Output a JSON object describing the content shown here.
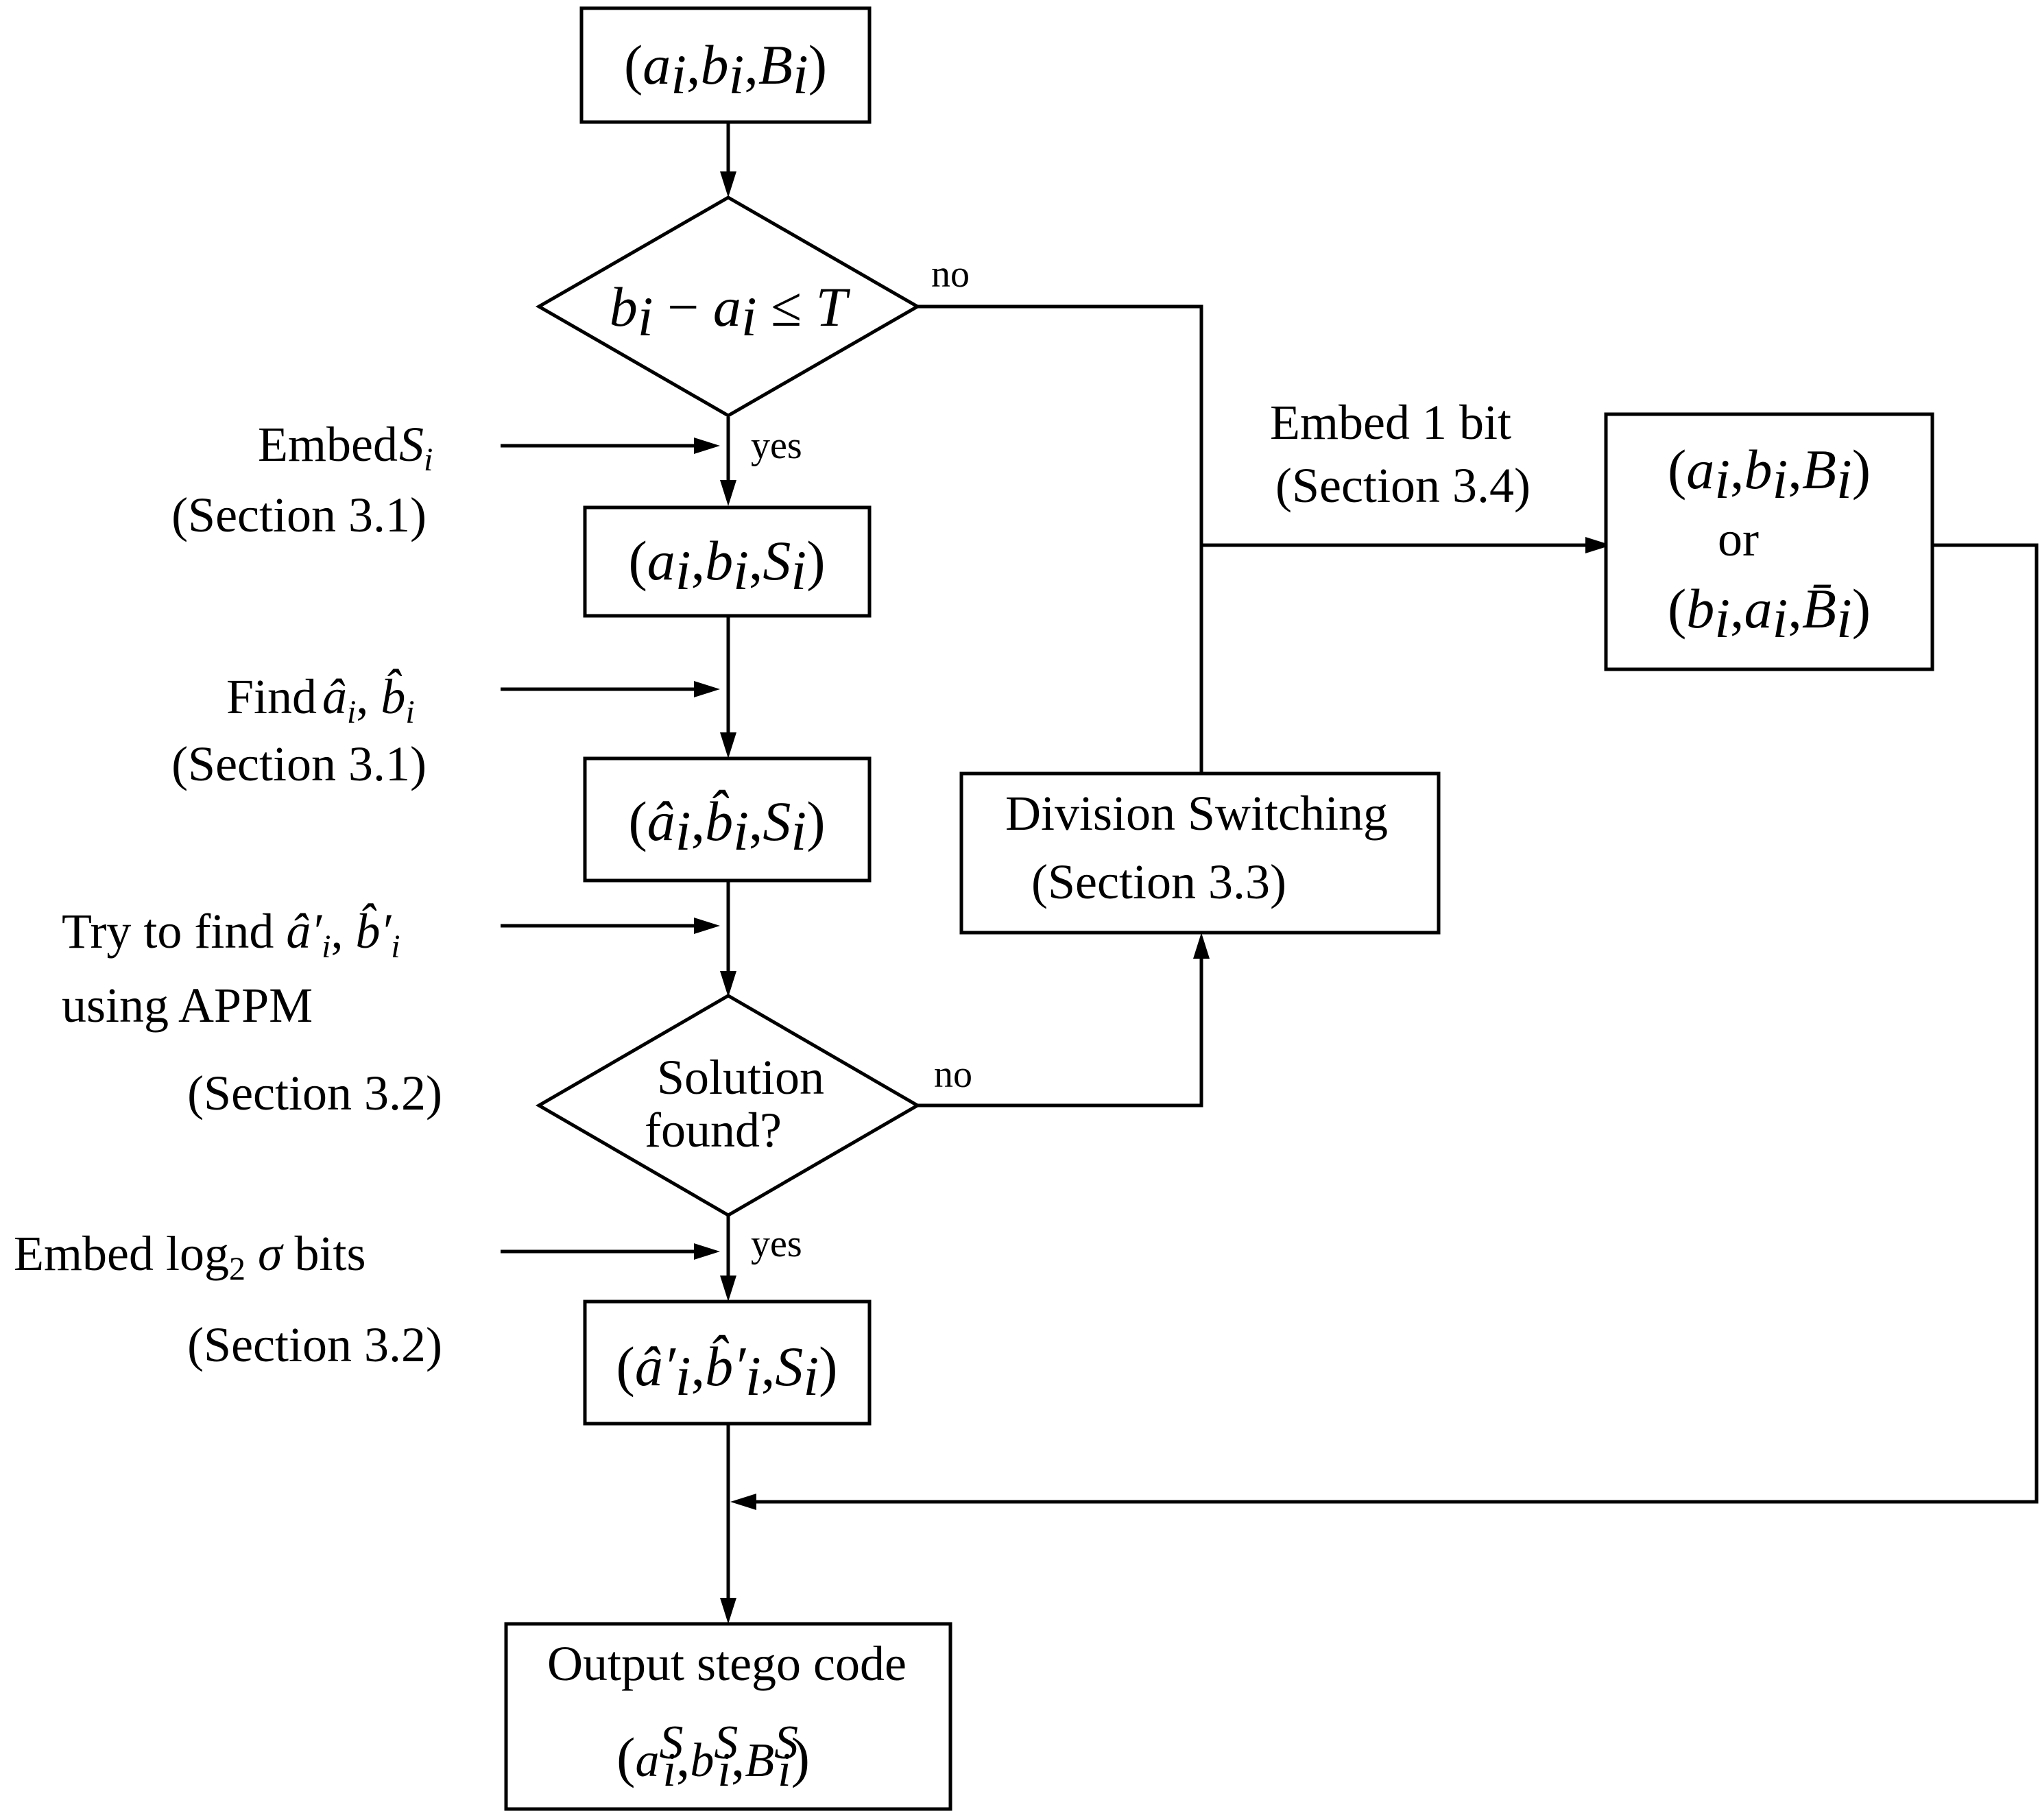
{
  "nodes": {
    "start": {
      "label": "(ai, bi, Bi)"
    },
    "decision1": {
      "label": "bi − ai ≤ T",
      "no": "no",
      "yes": "yes"
    },
    "box_s": {
      "label": "(ai, bi, Si)"
    },
    "box_hat": {
      "label": "(âi, b̂i, Si)"
    },
    "decision2": {
      "line1": "Solution",
      "line2": "found?",
      "no": "no",
      "yes": "yes"
    },
    "box_hat_prime": {
      "label": "(â′i, b̂′i, Si)"
    },
    "division": {
      "line1": "Division Switching",
      "line2": "(Section 3.3)"
    },
    "swap": {
      "line1": "(ai, bi, Bi)",
      "line2": "or",
      "line3": "(bi, ai, B̄i)"
    },
    "output": {
      "line1": "Output stego code",
      "line2": "(aiS, biS, BiS)"
    }
  },
  "side_labels": {
    "embed_s": {
      "line1": "Embed Si",
      "line2": "(Section 3.1)"
    },
    "find_hat": {
      "line1": "Find âi, b̂i",
      "line2": "(Section 3.1)"
    },
    "try_find": {
      "line1": "Try to find â′i, b̂′i",
      "line2": "using APPM",
      "line3": "(Section 3.2)"
    },
    "embed_log": {
      "line1": "Embed log2 σ bits",
      "line2": "(Section 3.2)"
    },
    "embed_1bit": {
      "line1": "Embed 1 bit",
      "line2": "(Section 3.4)"
    }
  }
}
